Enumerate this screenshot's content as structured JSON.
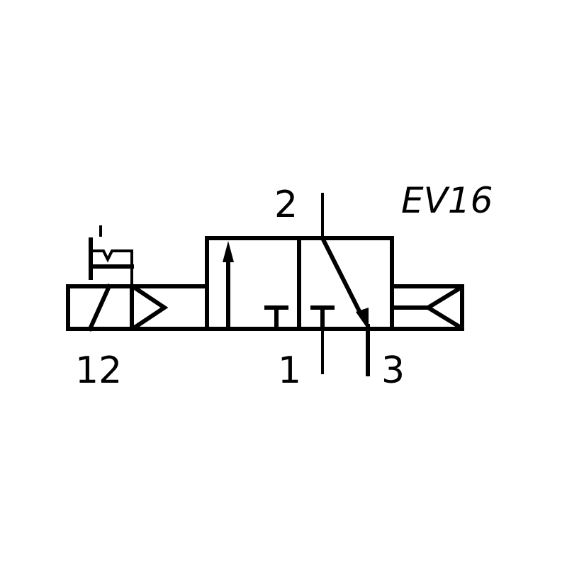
{
  "diagram": {
    "designation": "EV16",
    "ports": {
      "outlet": "2",
      "pilot": "12",
      "supply": "1",
      "exhaust": "3"
    },
    "line_color": "#000000",
    "background": "#ffffff"
  }
}
